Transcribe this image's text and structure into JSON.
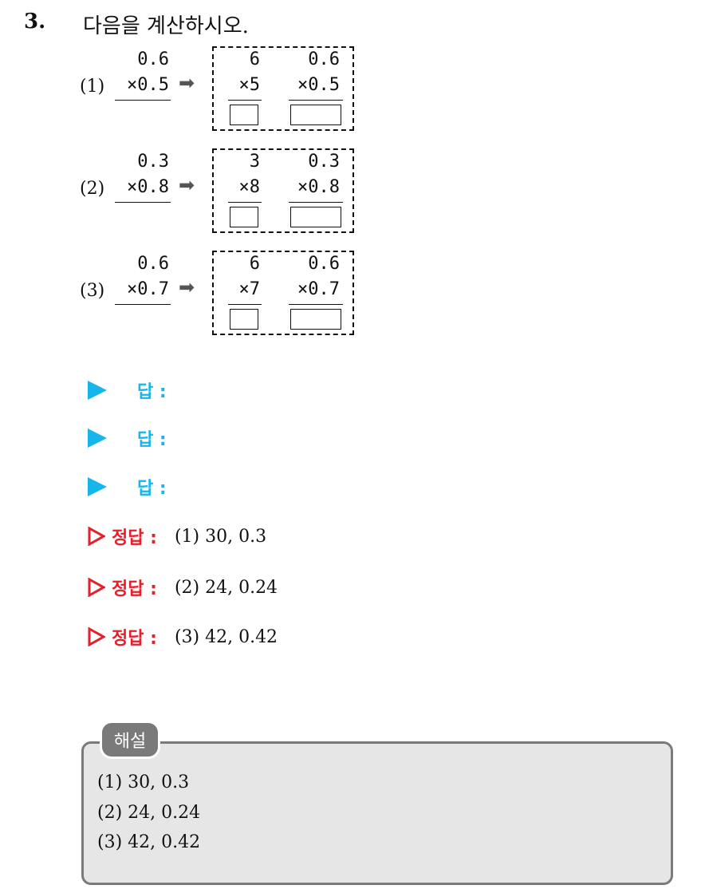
{
  "question": {
    "number": "3.",
    "text": "다음을 계산하시오."
  },
  "arrow_glyph": "➡",
  "problems": [
    {
      "label": "(1)",
      "top": "0.6",
      "bottom": "×0.5",
      "int_top": "6",
      "int_bottom": "×5",
      "dec_top": "0.6",
      "dec_bottom": "×0.5"
    },
    {
      "label": "(2)",
      "top": "0.3",
      "bottom": "×0.8",
      "int_top": "3",
      "int_bottom": "×8",
      "dec_top": "0.3",
      "dec_bottom": "×0.8"
    },
    {
      "label": "(3)",
      "top": "0.6",
      "bottom": "×0.7",
      "int_top": "6",
      "int_bottom": "×7",
      "dec_top": "0.6",
      "dec_bottom": "×0.7"
    }
  ],
  "answer_rows": [
    {
      "label": "답 :"
    },
    {
      "label": "답 :"
    },
    {
      "label": "답 :"
    }
  ],
  "correct_answers": [
    {
      "label": "정답 :",
      "value": "(1) 30, 0.3"
    },
    {
      "label": "정답 :",
      "value": "(2) 24, 0.24"
    },
    {
      "label": "정답 :",
      "value": "(3) 42, 0.42"
    }
  ],
  "explanation": {
    "tag": "해설",
    "lines": [
      "(1) 30, 0.3",
      "(2) 24, 0.24",
      "(3) 42, 0.42"
    ]
  },
  "colors": {
    "answer_accent": "#17b6ea",
    "correct_accent": "#e5202b",
    "explanation_frame": "#7a7a7a"
  }
}
